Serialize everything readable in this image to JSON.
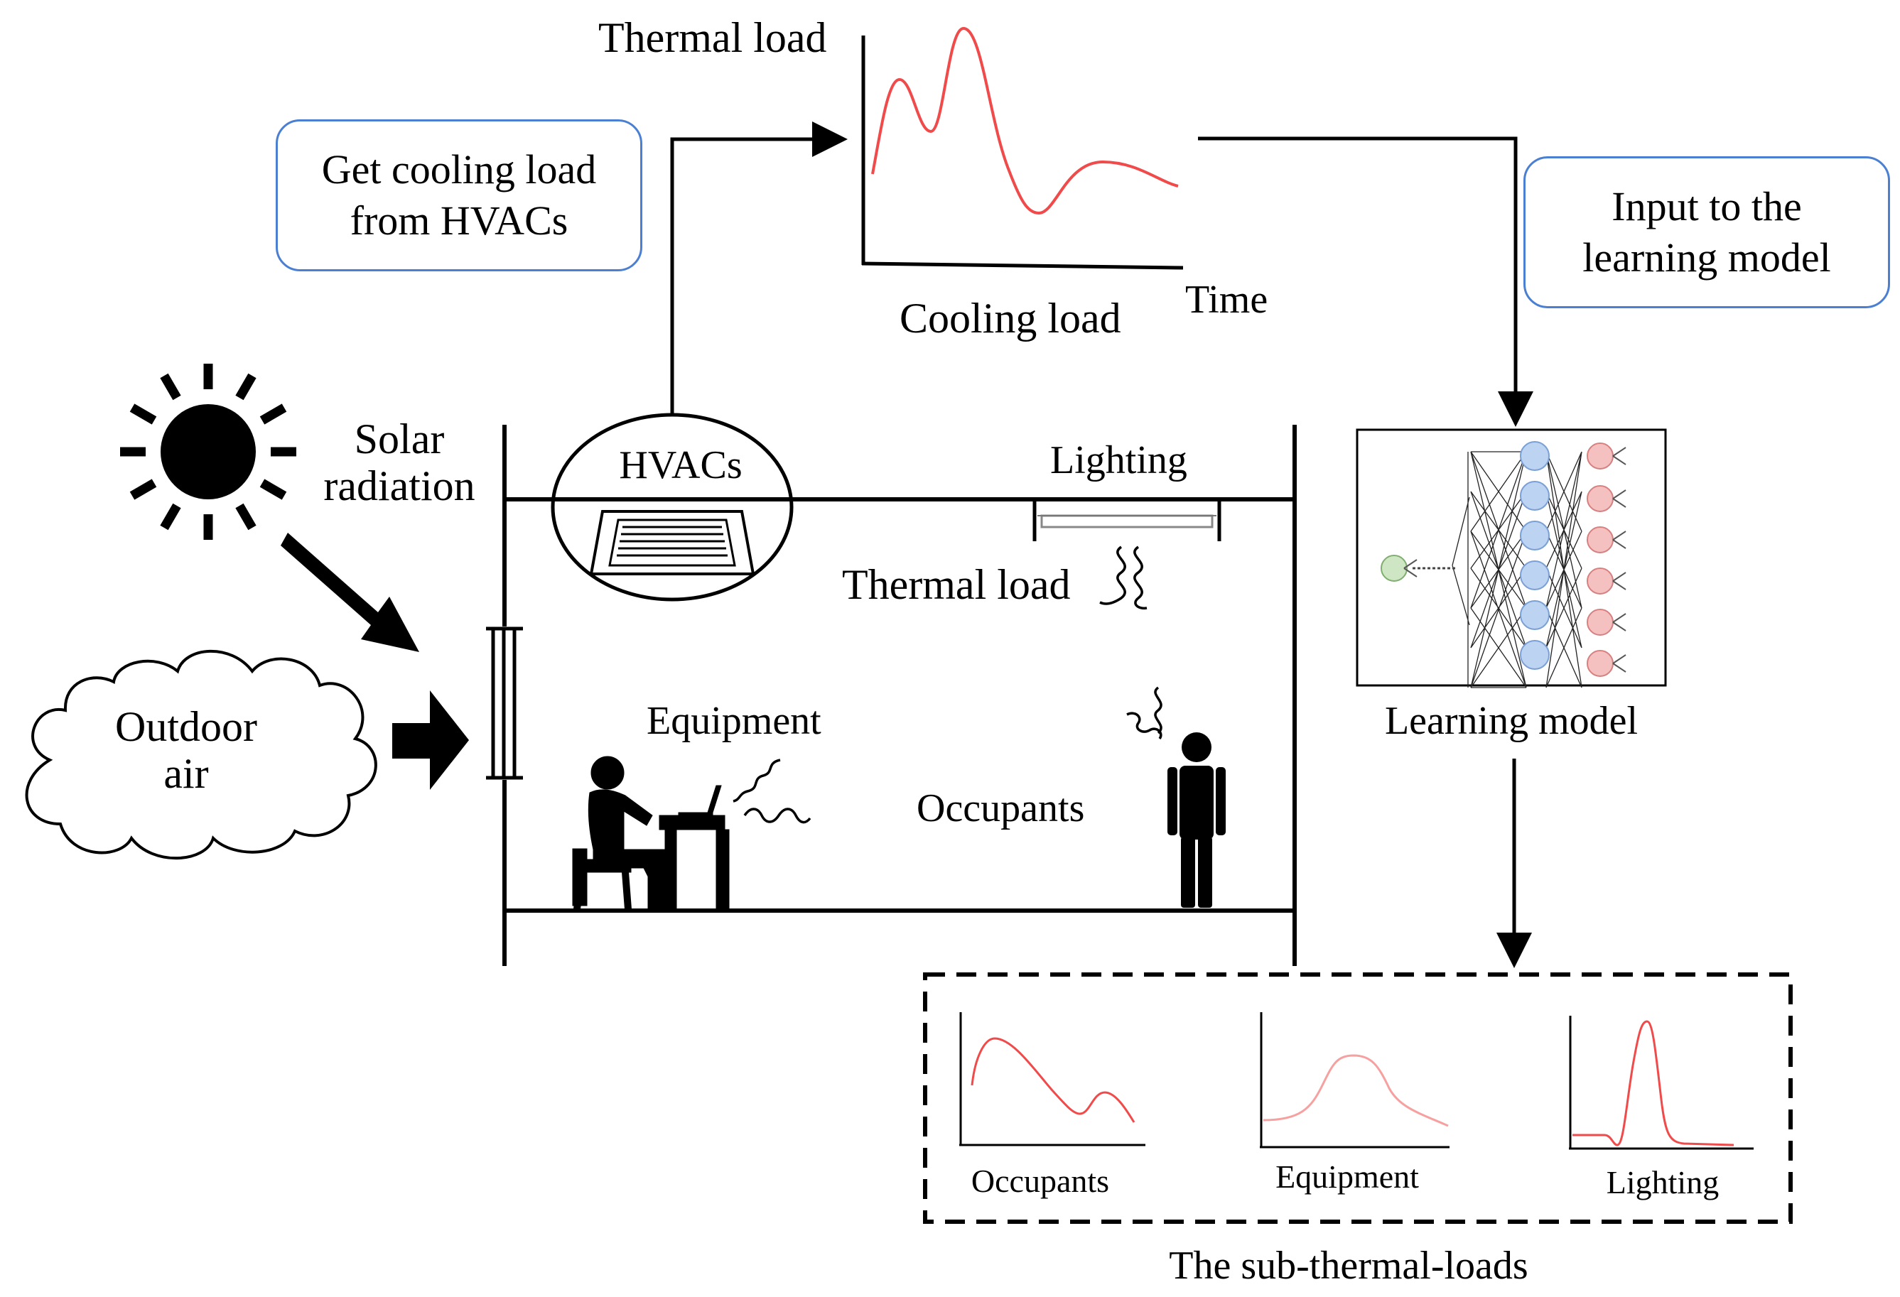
{
  "labels": {
    "thermal_load_axis": "Thermal load",
    "time_axis": "Time",
    "cooling_load": "Cooling load",
    "get_cooling_load": [
      "Get cooling load",
      "from HVACs"
    ],
    "input_to_model": [
      "Input to the",
      "learning model"
    ],
    "solar": [
      "Solar",
      "radiation"
    ],
    "outdoor": [
      "Outdoor",
      "air"
    ],
    "hvacs": "HVACs",
    "lighting": "Lighting",
    "thermal_load_room": "Thermal load",
    "equipment": "Equipment",
    "occupants": "Occupants",
    "learning_model": "Learning model",
    "sub_occupants": "Occupants",
    "sub_equipment": "Equipment",
    "sub_lighting": "Lighting",
    "sub_thermal_loads": "The sub-thermal-loads"
  },
  "icons": {
    "sun": "sun-icon",
    "cloud": "cloud-icon",
    "hvac": "air-conditioner-icon",
    "light": "light-fixture-icon",
    "desk_worker": "person-at-desk-icon",
    "standing_person": "standing-person-icon",
    "heat_waves": "heat-wave-icon",
    "network": "neural-network-icon"
  },
  "colors": {
    "curve": "#f04a4a",
    "curve_light": "#f6a0a0",
    "callout_border": "#4a7fd1",
    "node_blue": "#bcd3f2",
    "node_red": "#f5c0c0",
    "node_green": "#cfe6c4"
  }
}
